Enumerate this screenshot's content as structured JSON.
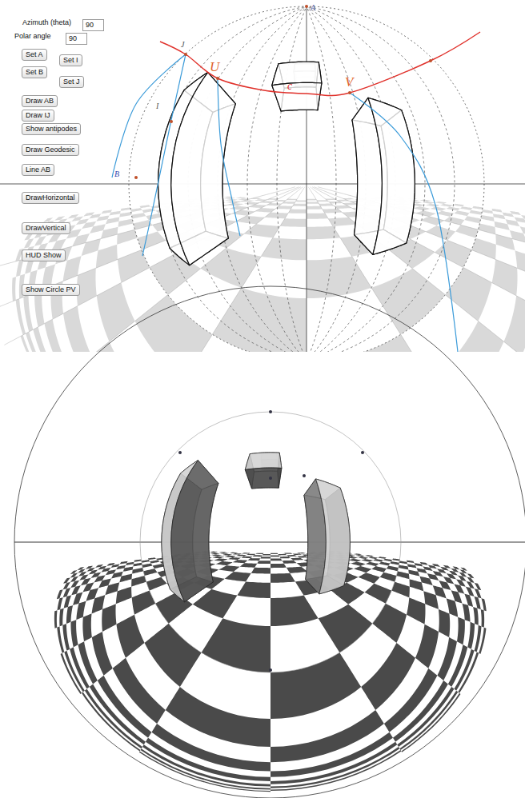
{
  "diagram": {
    "nodes": [
      {
        "text": [
          "90"
        ]
      },
      {
        "text": [
          "90"
        ]
      },
      {
        "text": [
          "Set A"
        ]
      },
      {
        "text": [
          "Set I"
        ]
      },
      {
        "text": [
          "Set B"
        ]
      },
      {
        "text": [
          "Set J"
        ]
      },
      {
        "text": [
          "Draw AB"
        ]
      },
      {
        "text": [
          "Draw IJ"
        ]
      },
      {
        "text": [
          "Show antipodes"
        ]
      },
      {
        "text": [
          "Draw Geodesic"
        ]
      },
      {
        "text": [
          "Line AB"
        ]
      },
      {
        "text": [
          "DrawHorizontal"
        ]
      },
      {
        "text": [
          "DrawVertical"
        ]
      },
      {
        "text": [
          "HUD Show"
        ]
      },
      {
        "text": [
          "Show Circle PV"
        ]
      }
    ],
    "labels": [
      "Azimuth (theta)",
      "Polar angle",
      "A",
      "B",
      "I",
      "J",
      "U",
      "V",
      "c"
    ]
  }
}
